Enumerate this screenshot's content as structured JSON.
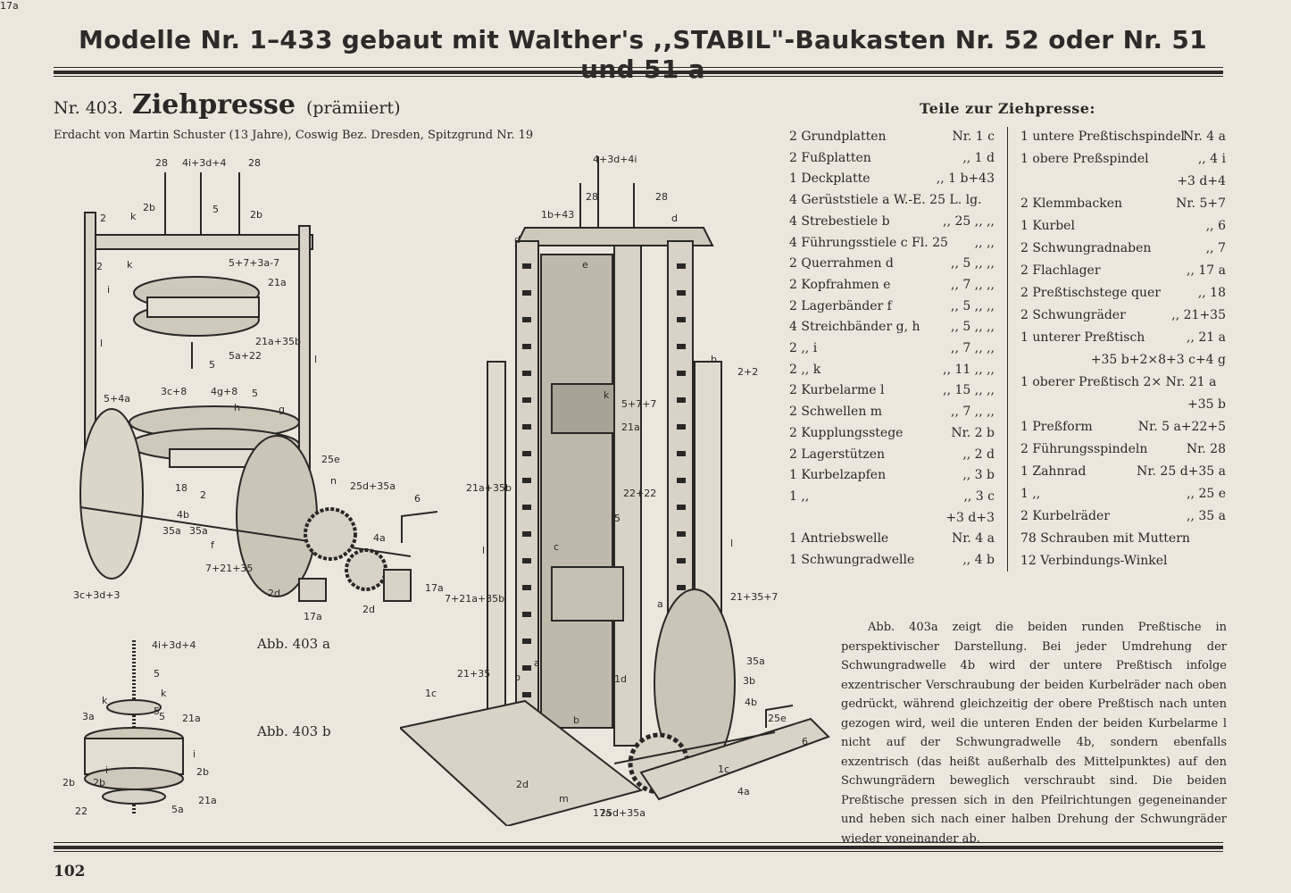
{
  "header": {
    "title": "Modelle Nr. 1–433 gebaut mit Walther's ,,STABIL\"-Baukasten Nr. 52 oder Nr. 51 und 51 a"
  },
  "model": {
    "number": "Nr. 403.",
    "name": "Ziehpresse",
    "note": "(prämiiert)",
    "inventor": "Erdacht von Martin Schuster (13 Jahre), Coswig Bez. Dresden, Spitzgrund Nr. 19"
  },
  "parts": {
    "heading": "Teile zur Ziehpresse:",
    "left": [
      {
        "name": "2 Grundplatten",
        "ref": "Nr. 1 c"
      },
      {
        "name": "2 Fußplatten",
        "ref": ",, 1 d"
      },
      {
        "name": "1 Deckplatte",
        "ref": ",, 1 b+43"
      },
      {
        "name": "4 Gerüststiele a W.-E. 25 L. lg.",
        "ref": ""
      },
      {
        "name": "4 Strebestiele b",
        "ref": ",, 25 ,, ,,"
      },
      {
        "name": "4 Führungsstiele c Fl. 25",
        "ref": ",, ,,"
      },
      {
        "name": "2 Querrahmen d",
        "ref": ",, 5 ,, ,,"
      },
      {
        "name": "2 Kopfrahmen e",
        "ref": ",, 7 ,, ,,"
      },
      {
        "name": "2 Lagerbänder f",
        "ref": ",, 5 ,, ,,"
      },
      {
        "name": "4 Streichbänder g, h",
        "ref": ",, 5 ,, ,,"
      },
      {
        "name": "2 ,, i",
        "ref": ",, 7 ,, ,,"
      },
      {
        "name": "2 ,, k",
        "ref": ",, 11 ,, ,,"
      },
      {
        "name": "2 Kurbelarme l",
        "ref": ",, 15 ,, ,,"
      },
      {
        "name": "2 Schwellen m",
        "ref": ",, 7 ,, ,,"
      },
      {
        "name": "2 Kupplungsstege",
        "ref": "Nr. 2 b"
      },
      {
        "name": "2 Lagerstützen",
        "ref": ",, 2 d"
      },
      {
        "name": "1 Kurbelzapfen",
        "ref": ",, 3 b"
      },
      {
        "name": "1 ,,",
        "ref": ",, 3 c"
      },
      {
        "name": "",
        "ref": "+3 d+3"
      },
      {
        "name": "1 Antriebswelle",
        "ref": "Nr. 4 a"
      },
      {
        "name": "1 Schwungradwelle",
        "ref": ",, 4 b"
      }
    ],
    "right": [
      {
        "name": "1 untere Preßtischspindel",
        "ref": "Nr. 4 a"
      },
      {
        "name": "1 obere Preßspindel",
        "ref": ",, 4 i"
      },
      {
        "name": "",
        "ref": "+3 d+4"
      },
      {
        "name": "2 Klemmbacken",
        "ref": "Nr. 5+7"
      },
      {
        "name": "1 Kurbel",
        "ref": ",, 6"
      },
      {
        "name": "2 Schwungradnaben",
        "ref": ",, 7"
      },
      {
        "name": "2 Flachlager",
        "ref": ",, 17 a"
      },
      {
        "name": "2 Preßtischstege quer",
        "ref": ",, 18"
      },
      {
        "name": "2 Schwungräder",
        "ref": ",, 21+35"
      },
      {
        "name": "1 unterer Preßtisch",
        "ref": ",, 21 a"
      },
      {
        "name": "",
        "ref": "+35 b+2×8+3 c+4 g"
      },
      {
        "name": "1 oberer Preßtisch 2× Nr. 21 a",
        "ref": ""
      },
      {
        "name": "",
        "ref": "+35 b"
      },
      {
        "name": "1 Preßform",
        "ref": "Nr. 5 a+22+5"
      },
      {
        "name": "2 Führungsspindeln",
        "ref": "Nr. 28"
      },
      {
        "name": "1 Zahnrad",
        "ref": "Nr. 25 d+35 a"
      },
      {
        "name": "1 ,,",
        "ref": ",, 25 e"
      },
      {
        "name": "2 Kurbelräder",
        "ref": ",, 35 a"
      },
      {
        "name": "78 Schrauben mit Muttern",
        "ref": ""
      },
      {
        "name": "12 Verbindungs-Winkel",
        "ref": ""
      }
    ]
  },
  "description": "Abb. 403a zeigt die beiden runden Preßtische in perspektivischer Darstellung. Bei jeder Umdrehung der Schwungradwelle 4b wird der untere Preßtisch infolge exzentrischer Verschraubung der beiden Kurbelräder nach oben gedrückt, während gleichzeitig der obere Preßtisch nach unten gezogen wird, weil die unteren Enden der beiden Kurbelarme l nicht auf der Schwungradwelle 4b, sondern ebenfalls exzentrisch (das heißt außerhalb des Mittelpunktes) auf den Schwungrädern beweglich verschraubt sind. Die beiden Preßtische pressen sich in den Pfeilrichtungen gegeneinander und heben sich nach einer halben Drehung der Schwungräder wieder voneinander ab.",
  "figures": {
    "a_caption": "Abb. 403 a",
    "b_caption": "Abb. 403 b",
    "a_labels": [
      "28",
      "4i+3d+4",
      "28",
      "2b",
      "5",
      "2b",
      "2",
      "k",
      "2",
      "k",
      "5+7+3a-7",
      "21a",
      "i",
      "21a+35b",
      "5",
      "5a+22",
      "l",
      "l",
      "5+4a",
      "3c+8",
      "4g+8",
      "5",
      "h",
      "g",
      "25e",
      "n",
      "25d+35a",
      "6",
      "18",
      "2",
      "4b",
      "35a",
      "35a",
      "f",
      "4a",
      "7+21+35",
      "2d",
      "17a",
      "17a",
      "2d",
      "3c+3d+3"
    ],
    "b_labels": [
      "4i+3d+4",
      "5",
      "k",
      "k",
      "5",
      "3a",
      "5",
      "21a",
      "i",
      "i",
      "2b",
      "2b",
      "2b",
      "21a",
      "22",
      "5a"
    ],
    "main_labels": [
      "4+3d+4i",
      "28",
      "28",
      "1b+43",
      "d",
      "d",
      "e",
      "b",
      "2+2",
      "k",
      "5+7+7",
      "21a",
      "21a+35b",
      "22+22",
      "c",
      "5",
      "l",
      "l",
      "b",
      "7+21a+35b",
      "21+35+7",
      "21+35",
      "1c",
      "a",
      "a",
      "b",
      "1d",
      "35a",
      "3b",
      "4b",
      "25e",
      "6",
      "1c",
      "4a",
      "17a",
      "2d",
      "m",
      "25d+35a",
      "17a"
    ]
  },
  "page_number": "102"
}
